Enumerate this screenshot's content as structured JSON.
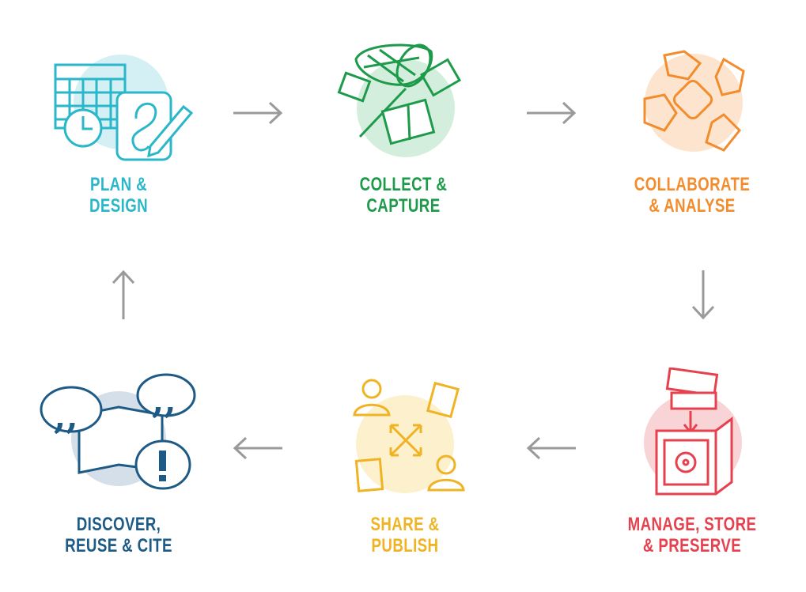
{
  "stages": [
    {
      "line1": "PLAN &",
      "line2": "DESIGN",
      "color": "#2bb7ca",
      "bg": "#d5f0f4",
      "icon": "calendar-pencil-icon"
    },
    {
      "line1": "COLLECT &",
      "line2": "CAPTURE",
      "color": "#1e9a4b",
      "bg": "#d4eedd",
      "icon": "butterfly-net-icon"
    },
    {
      "line1": "COLLABORATE",
      "line2": "& ANALYSE",
      "color": "#f28c2d",
      "bg": "#fde4cf",
      "icon": "joined-hands-icon"
    },
    {
      "line1": "MANAGE, STORE",
      "line2": "& PRESERVE",
      "color": "#e5414f",
      "bg": "#f9d4d7",
      "icon": "safe-icon"
    },
    {
      "line1": "SHARE &",
      "line2": "PUBLISH",
      "color": "#f0b323",
      "bg": "#fdf0cd",
      "icon": "share-users-icon"
    },
    {
      "line1": "DISCOVER,",
      "line2": "REUSE & CITE",
      "color": "#1d5a86",
      "bg": "#d4dfe9",
      "icon": "speech-bubbles-icon"
    }
  ],
  "arrow_color": "#9a9a9a"
}
